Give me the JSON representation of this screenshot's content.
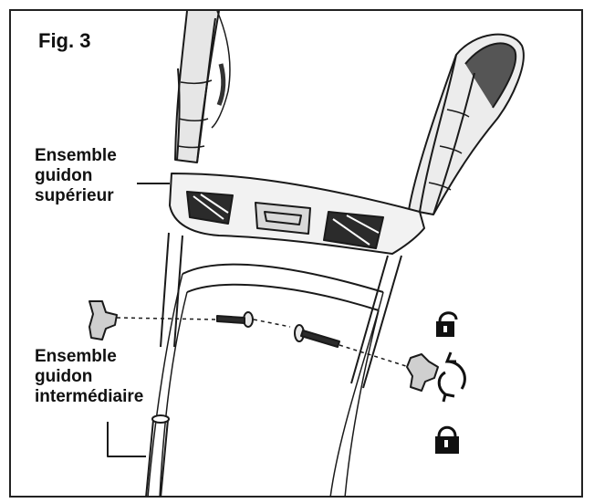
{
  "figure": {
    "title": "Fig. 3",
    "upper_assembly": {
      "line1": "Ensemble",
      "line2": "guidon",
      "line3": "supérieur"
    },
    "middle_assembly": {
      "line1": "Ensemble",
      "line2": "guidon",
      "line3": "intermédiaire"
    }
  },
  "icons": [
    "unlocked-padlock-icon",
    "rotate-arrows-icon",
    "locked-padlock-icon",
    "star-knob-icon",
    "carriage-bolt-icon"
  ],
  "colors": {
    "line": "#1a1a1a",
    "fill_dark": "#2b2b2b",
    "fill_mid": "#7a7a7a",
    "fill_light": "#d9d9d9"
  }
}
